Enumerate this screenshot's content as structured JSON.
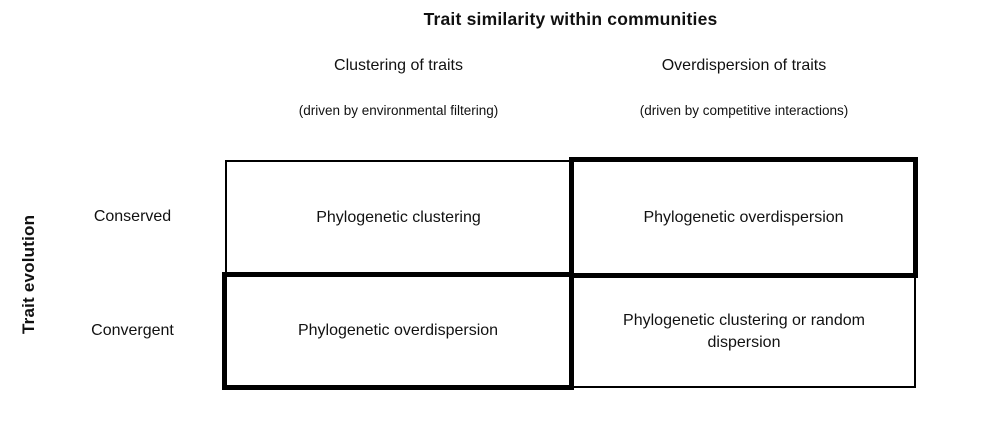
{
  "title": "Trait similarity within communities",
  "y_axis_label": "Trait evolution",
  "columns": [
    {
      "label": "Clustering of traits",
      "sublabel": "(driven by environmental filtering)"
    },
    {
      "label": "Overdispersion of traits",
      "sublabel": "(driven by competitive interactions)"
    }
  ],
  "rows": [
    {
      "label": "Conserved"
    },
    {
      "label": "Convergent"
    }
  ],
  "cells": [
    {
      "row": "Conserved",
      "column": "Clustering of traits",
      "text": "Phylogenetic clustering",
      "emphasized": false
    },
    {
      "row": "Conserved",
      "column": "Overdispersion of traits",
      "text": "Phylogenetic overdispersion",
      "emphasized": true
    },
    {
      "row": "Convergent",
      "column": "Clustering of traits",
      "text": "Phylogenetic overdispersion",
      "emphasized": true
    },
    {
      "row": "Convergent",
      "column": "Overdispersion of traits",
      "text": "Phylogenetic clustering or random dispersion",
      "emphasized": false
    }
  ],
  "colors": {
    "border": "#000000",
    "background": "#ffffff",
    "text": "#111111"
  }
}
